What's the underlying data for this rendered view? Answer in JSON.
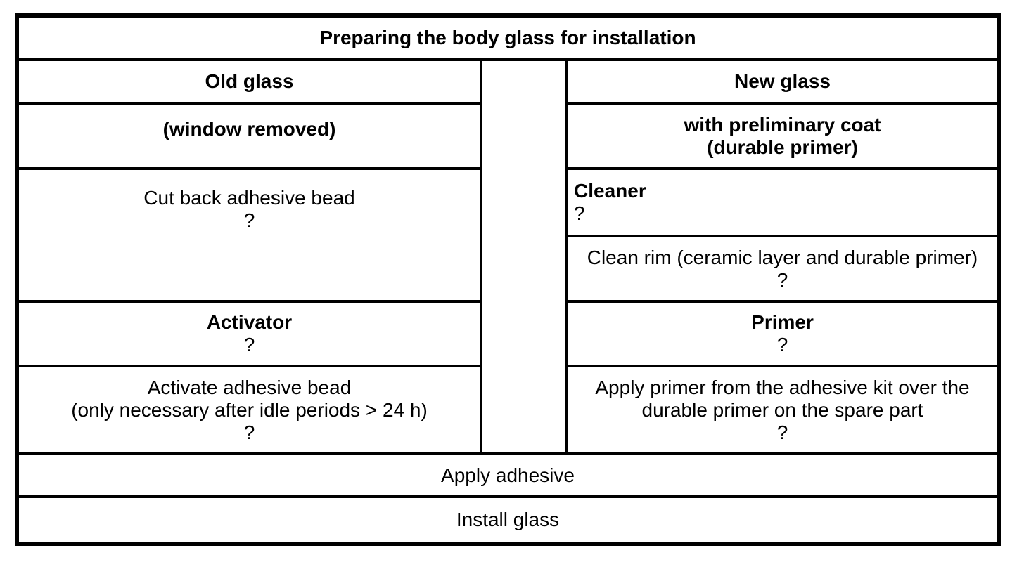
{
  "page": {
    "background_color": "#ffffff",
    "line_color": "#000000",
    "text_color": "#000000"
  },
  "table": {
    "title": "Preparing the body glass for installation",
    "old_glass": {
      "header": "Old glass",
      "condition": "(window removed)",
      "cut_back_step": {
        "text": "Cut back adhesive bead",
        "icon": "?"
      },
      "activator_step": {
        "label": "Activator",
        "icon": "?"
      },
      "activate_step": {
        "line1": "Activate adhesive bead",
        "line2": "(only necessary after idle periods > 24 h)",
        "icon": "?"
      }
    },
    "new_glass": {
      "header": "New glass",
      "condition_line1": "with preliminary coat",
      "condition_line2": "(durable primer)",
      "cleaner_step": {
        "label": "Cleaner",
        "icon": "?"
      },
      "clean_rim_step": {
        "text": "Clean rim (ceramic layer and durable primer)",
        "icon": "?"
      },
      "primer_step": {
        "label": "Primer",
        "icon": "?"
      },
      "apply_primer_step": {
        "line1": "Apply primer from the adhesive kit over the",
        "line2": "durable primer on the spare part",
        "icon": "?"
      }
    },
    "common_steps": {
      "apply_adhesive": "Apply adhesive",
      "install_glass": "Install glass"
    }
  }
}
